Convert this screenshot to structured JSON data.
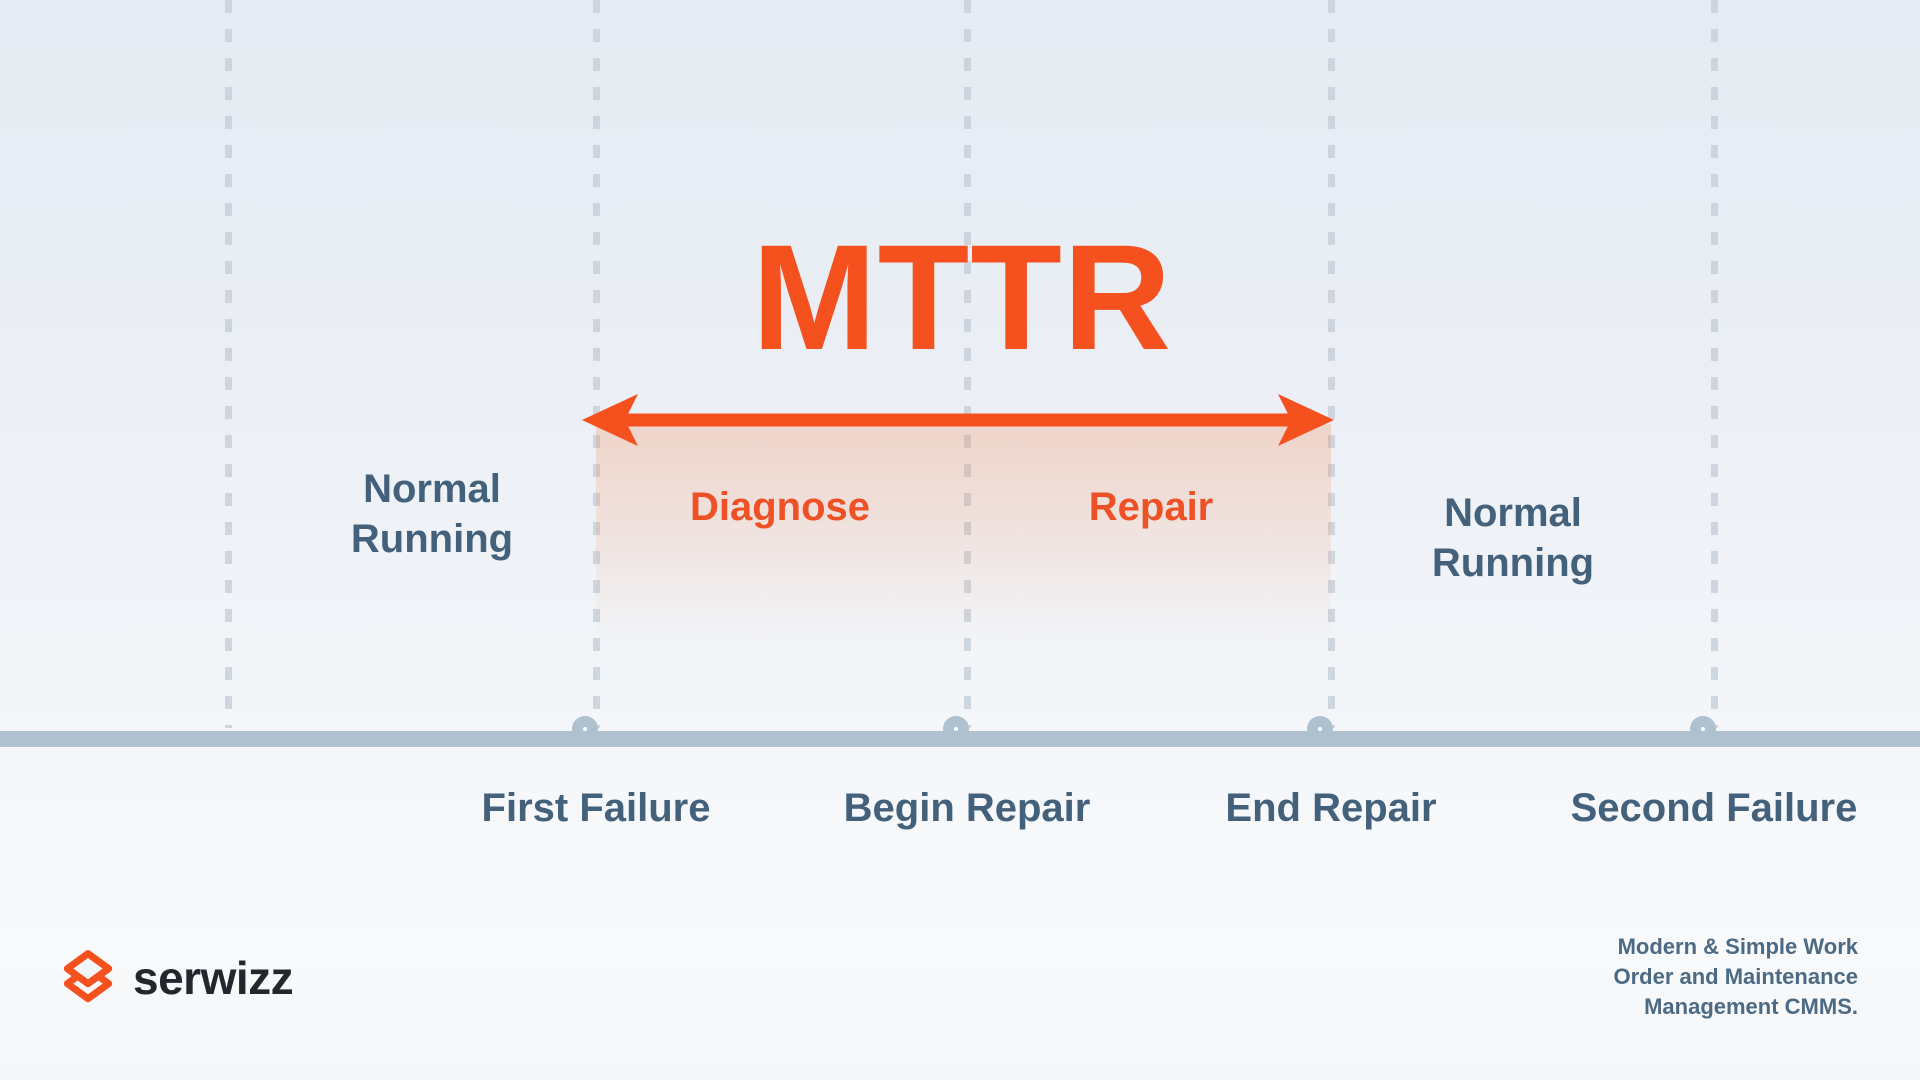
{
  "colors": {
    "accent_orange": "#F4511E",
    "label_orange": "#EF5126",
    "slate_text": "#44617C",
    "timeline": "#AFC0CF",
    "guide_dash": "#C8D0DA",
    "brand_text": "#22272E",
    "background_top": "#E6EBF3",
    "background_bottom": "#F5F7F9"
  },
  "mttr": {
    "title": "MTTR"
  },
  "phases": [
    {
      "label": "Normal Running"
    },
    {
      "label": "Diagnose"
    },
    {
      "label": "Repair"
    },
    {
      "label": "Normal Running"
    }
  ],
  "timeline": {
    "events": [
      {
        "label": "First Failure"
      },
      {
        "label": "Begin Repair"
      },
      {
        "label": "End Repair"
      },
      {
        "label": "Second Failure"
      }
    ]
  },
  "footer": {
    "brand": "serwizz",
    "tagline": [
      "Modern & Simple Work",
      "Order and Maintenance",
      "Management CMMS."
    ]
  }
}
